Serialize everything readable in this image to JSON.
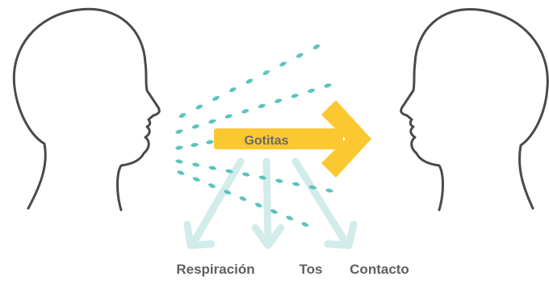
{
  "diagram": {
    "arrow_label": "Gotitas",
    "routes": [
      {
        "label": "Respiración"
      },
      {
        "label": "Tos"
      },
      {
        "label": "Contacto"
      }
    ]
  },
  "colors": {
    "head_outline": "#4a4a4a",
    "droplet": "#5cc3bf",
    "main_arrow": "#fcc832",
    "main_arrow_text": "#6a6a6a",
    "route_arrow": "#d2ece9",
    "route_label": "#5f5f5f"
  }
}
